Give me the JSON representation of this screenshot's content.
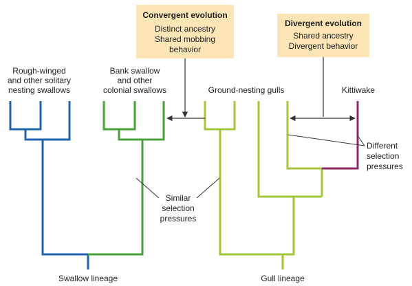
{
  "boxes": {
    "convergent": {
      "title": "Convergent evolution",
      "lines": [
        "Distinct ancestry",
        "Shared mobbing",
        "behavior"
      ]
    },
    "divergent": {
      "title": "Divergent evolution",
      "lines": [
        "Shared ancestry",
        "Divergent behavior"
      ]
    }
  },
  "taxa": {
    "rough_winged": [
      "Rough-winged",
      "and other solitary",
      "nesting swallows"
    ],
    "bank_swallow": [
      "Bank swallow",
      "and other",
      "colonial swallows"
    ],
    "ground_gulls": [
      "Ground-nesting gulls"
    ],
    "kittiwake": [
      "Kittiwake"
    ]
  },
  "annotations": {
    "similar": [
      "Similar",
      "selection",
      "pressures"
    ],
    "different": [
      "Different",
      "selection",
      "pressures"
    ]
  },
  "lineages": {
    "swallow": "Swallow lineage",
    "gull": "Gull lineage"
  },
  "colors": {
    "box_fill": "#fbe5b6",
    "blue": "#1f63ad",
    "green_dark": "#4aa13c",
    "green_light": "#a3c43b",
    "purple": "#8c2a63",
    "line": "#333333"
  }
}
